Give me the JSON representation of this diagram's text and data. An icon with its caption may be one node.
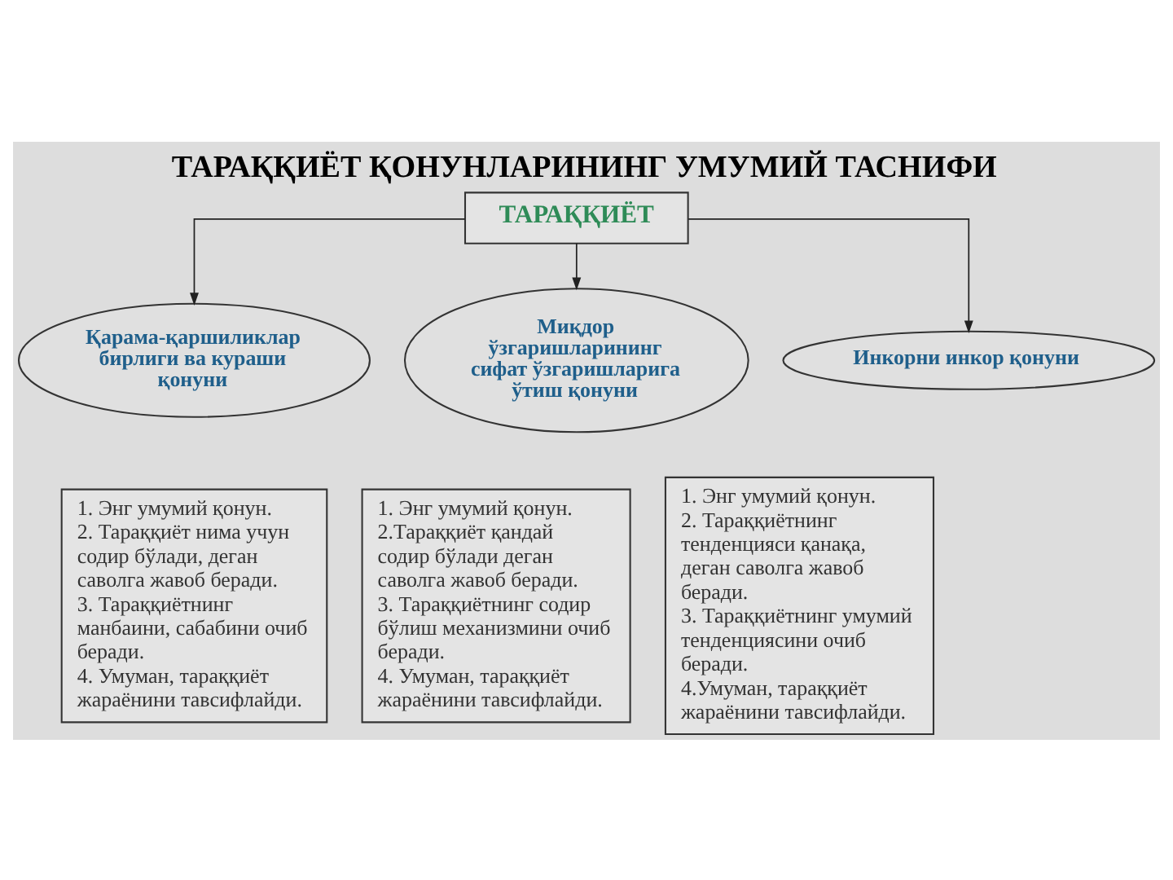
{
  "diagram": {
    "title": "ТАРАҚҚИЁТ ҚОНУНЛАРИНИНГ УМУМИЙ ТАСНИФИ",
    "nodes": [
      {
        "text": [
          "ТАРАҚҚИЁТ"
        ]
      },
      {
        "text": [
          "Қарама-қаршиликлар бирлиги ва кураши қонуни"
        ]
      },
      {
        "text": [
          "Миқдор ўзгаришларининг сифат ўзгаришларига ўтиш қонуни"
        ]
      },
      {
        "text": [
          "Инкорни инкор қонуни"
        ]
      },
      {
        "text": [
          "1. Энг умумий қонун.",
          "2. Тараққиёт нима учун содир бўлади, деган саволга жавоб беради.",
          "3. Тараққиётнинг манбаини, сабабини очиб беради.",
          "4. Умуман, тараққиёт жараёнини тавсифлайди."
        ]
      },
      {
        "text": [
          "1. Энг умумий қонун.",
          "2.Тараққиёт қандай содир бўлади деган саволга жавоб беради.",
          "3. Тараққиётнинг содир бўлиш механизмини очиб беради.",
          "4. Умуман, тараққиёт жараёнини тавсифлайди."
        ]
      },
      {
        "text": [
          "1. Энг умумий қонун.",
          "2. Тараққиётнинг тенденцияси қанақа, деган саволга жавоб беради.",
          "3. Тараққиётнинг умумий тенденциясини очиб беради.",
          "4.Умуман, тараққиёт жараёнини тавсифлайди."
        ]
      }
    ],
    "edges": [
      {
        "from": 0,
        "to": 1,
        "arrow": "to"
      },
      {
        "from": 0,
        "to": 2,
        "arrow": "to"
      },
      {
        "from": 0,
        "to": 3,
        "arrow": "to"
      }
    ]
  }
}
